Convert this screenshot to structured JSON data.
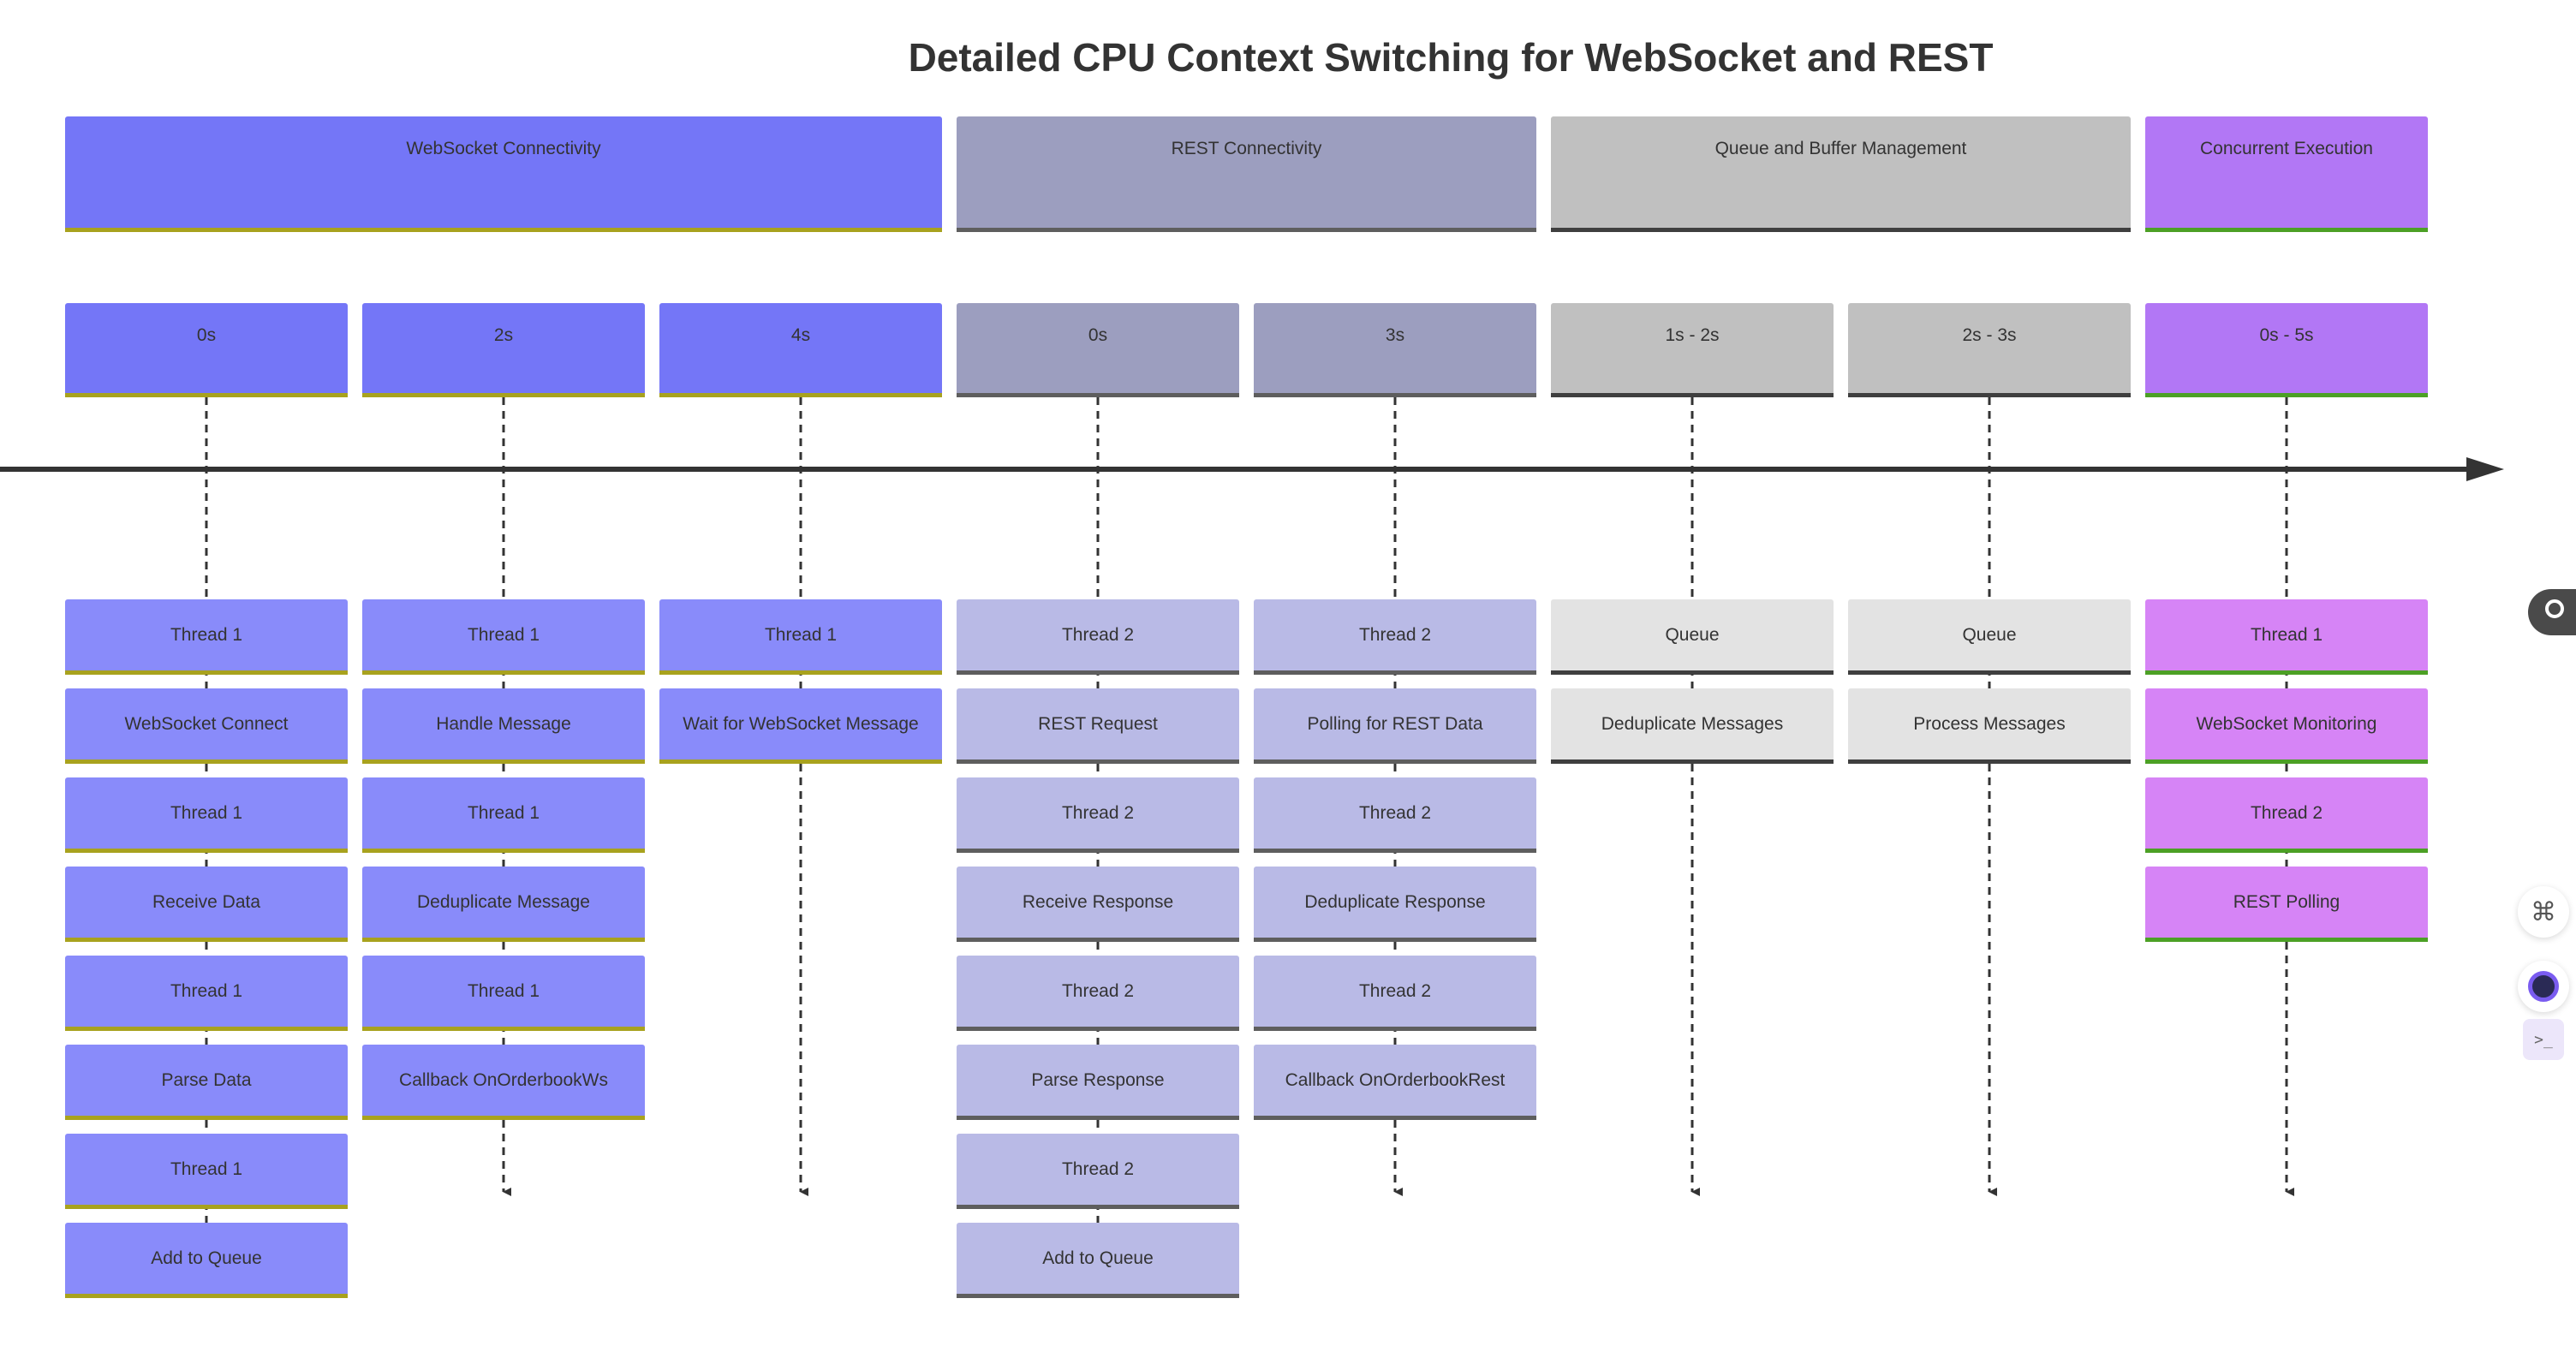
{
  "title": "Detailed CPU Context Switching for WebSocket and REST",
  "colors": {
    "axis": "#333333",
    "websocket": "#7476f7",
    "rest": "#9c9ebf",
    "queue": "#c0c0c0",
    "concurrent": "#b277f5"
  },
  "sections": [
    {
      "label": "WebSocket Connectivity",
      "periods": [
        {
          "time": "0s",
          "events": [
            "Thread 1",
            "WebSocket Connect",
            "Thread 1",
            "Receive Data",
            "Thread 1",
            "Parse Data",
            "Thread 1",
            "Add to Queue"
          ]
        },
        {
          "time": "2s",
          "events": [
            "Thread 1",
            "Handle Message",
            "Thread 1",
            "Deduplicate Message",
            "Thread 1",
            "Callback OnOrderbookWs"
          ]
        },
        {
          "time": "4s",
          "events": [
            "Thread 1",
            "Wait for WebSocket Message"
          ]
        }
      ]
    },
    {
      "label": "REST Connectivity",
      "periods": [
        {
          "time": "0s",
          "events": [
            "Thread 2",
            "REST Request",
            "Thread 2",
            "Receive Response",
            "Thread 2",
            "Parse Response",
            "Thread 2",
            "Add to Queue"
          ]
        },
        {
          "time": "3s",
          "events": [
            "Thread 2",
            "Polling for REST Data",
            "Thread 2",
            "Deduplicate Response",
            "Thread 2",
            "Callback OnOrderbookRest"
          ]
        }
      ]
    },
    {
      "label": "Queue and Buffer Management",
      "periods": [
        {
          "time": "1s - 2s",
          "events": [
            "Queue",
            "Deduplicate Messages"
          ]
        },
        {
          "time": "2s - 3s",
          "events": [
            "Queue",
            "Process Messages"
          ]
        }
      ]
    },
    {
      "label": "Concurrent Execution",
      "periods": [
        {
          "time": "0s - 5s",
          "events": [
            "Thread 1",
            "WebSocket Monitoring",
            "Thread 2",
            "REST Polling"
          ]
        }
      ]
    }
  ],
  "side_toolbar": {
    "icons": [
      "command-icon",
      "assistant-bot-icon",
      "terminal-icon"
    ]
  }
}
